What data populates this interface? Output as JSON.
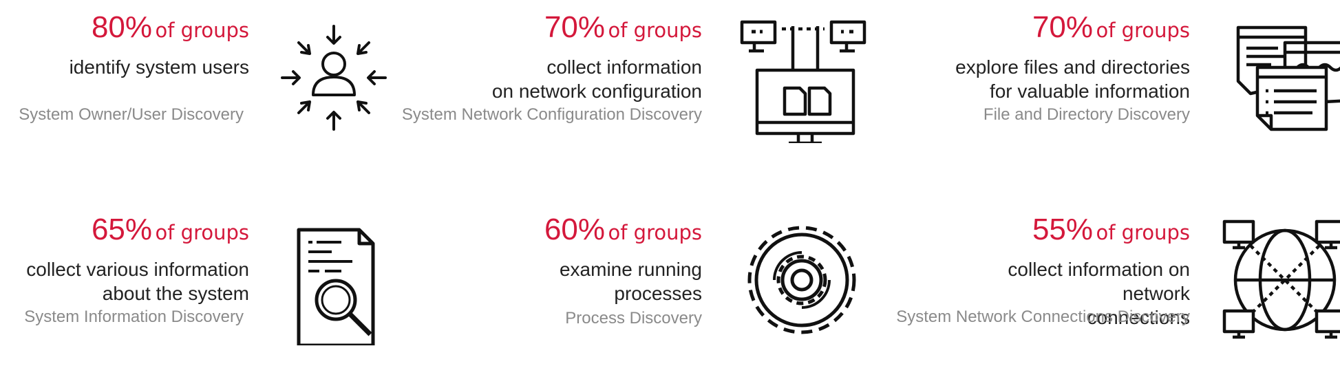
{
  "colors": {
    "accent": "#d4183b",
    "text": "#222222",
    "muted": "#8a8a8a"
  },
  "stats": [
    {
      "percent": "80%",
      "suffix": "of groups",
      "description": "identify system users",
      "category": "System Owner/User Discovery",
      "icon": "user-discovery-icon"
    },
    {
      "percent": "70%",
      "suffix": "of groups",
      "description": "collect information\non network configuration",
      "category": "System Network Configuration Discovery",
      "icon": "network-configuration-icon"
    },
    {
      "percent": "70%",
      "suffix": "of groups",
      "description": "explore files and directories\nfor valuable information",
      "category": "File and Directory Discovery",
      "icon": "documents-icon"
    },
    {
      "percent": "65%",
      "suffix": "of groups",
      "description": "collect various information\nabout the system",
      "category": "System Information Discovery",
      "icon": "document-search-icon"
    },
    {
      "percent": "60%",
      "suffix": "of groups",
      "description": "examine running\nprocesses",
      "category": "Process Discovery",
      "icon": "gear-icon"
    },
    {
      "percent": "55%",
      "suffix": "of groups",
      "description": "collect information on network\nconnections",
      "category": "System Network Connections Discovery",
      "icon": "globe-network-icon"
    }
  ]
}
